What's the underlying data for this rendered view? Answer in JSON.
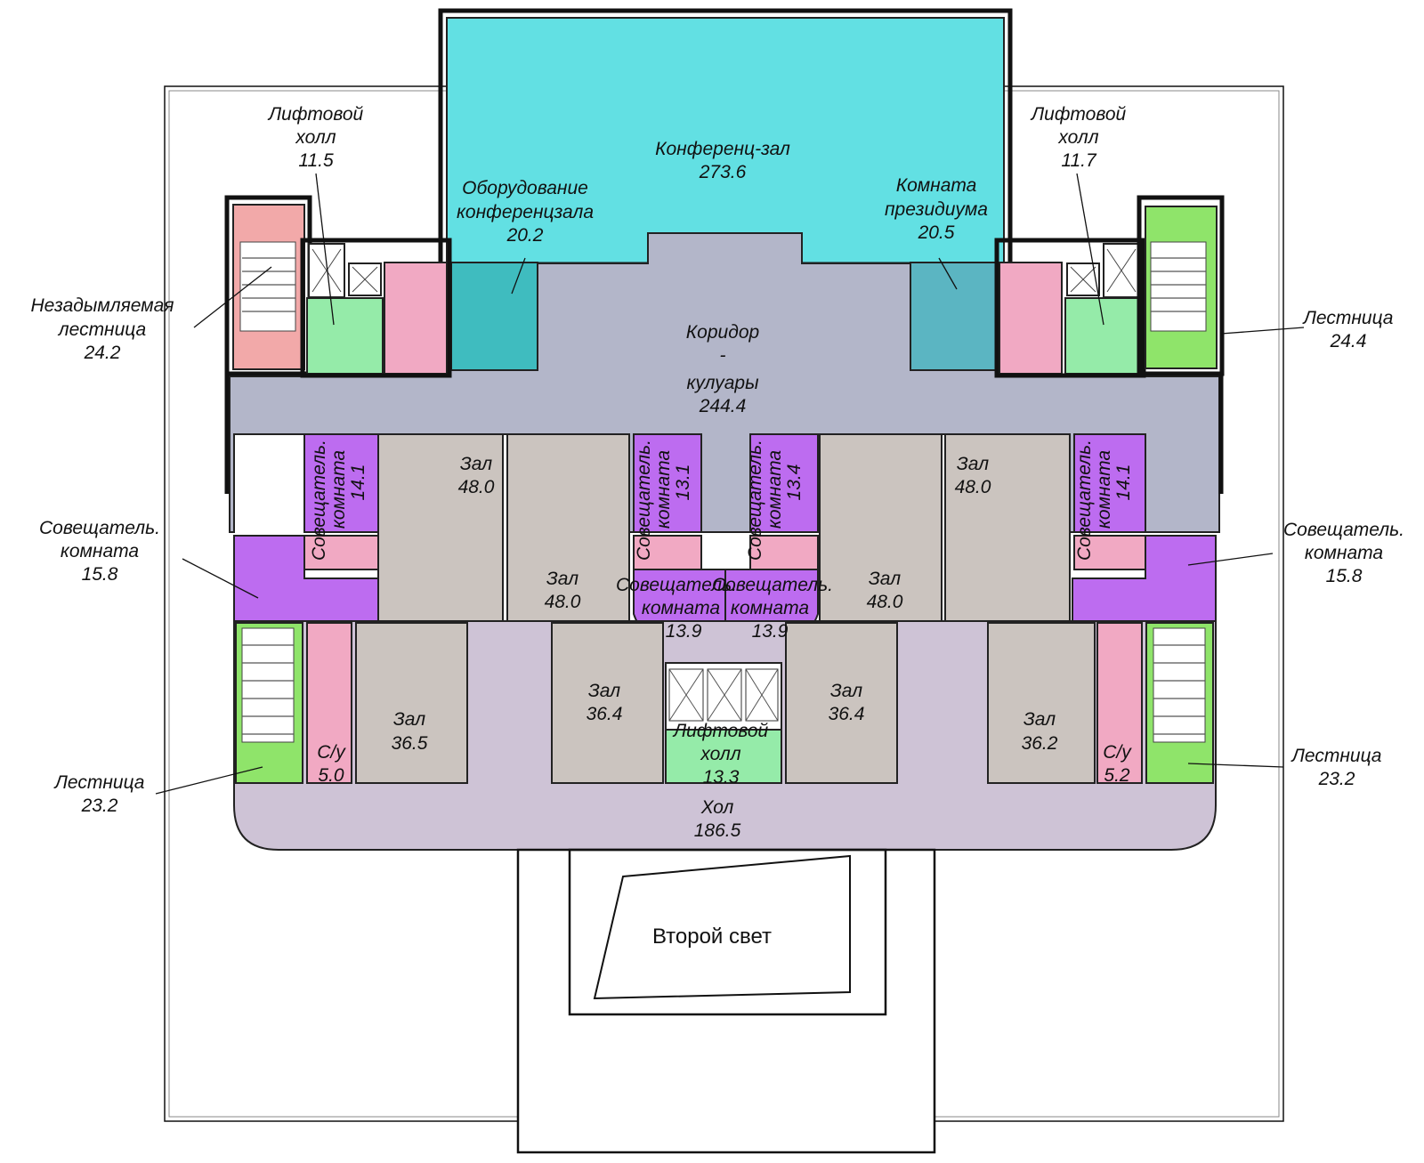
{
  "colors": {
    "conference": "#62e0e3",
    "equipment": "#3fbcbf",
    "presidium": "#5bb5c2",
    "corridor": "#b3b6c9",
    "hall_lower": "#cec3d6",
    "meeting": "#bd6cf0",
    "hall_room": "#cbc4bf",
    "wc": "#f1a9c3",
    "elevator_hall": "#95eba9",
    "stair_green": "#8fe46a",
    "stair_pink": "#f2a9a9"
  },
  "labels": {
    "conference": {
      "name": "Конференц-зал",
      "area": "273.6"
    },
    "equipment": {
      "name1": "Оборудование",
      "name2": "конференцзала",
      "area": "20.2"
    },
    "presidium": {
      "name1": "Комната",
      "name2": "президиума",
      "area": "20.5"
    },
    "lift_left": {
      "name1": "Лифтовой",
      "name2": "холл",
      "area": "11.5"
    },
    "lift_right": {
      "name1": "Лифтовой",
      "name2": "холл",
      "area": "11.7"
    },
    "smokefree_stair": {
      "name1": "Незадымляемая",
      "name2": "лестница",
      "area": "24.2"
    },
    "stair_right_top": {
      "name": "Лестница",
      "area": "24.4"
    },
    "corridor": {
      "name1": "Коридор",
      "name2": "-",
      "name3": "кулуары",
      "area": "244.4"
    },
    "meeting_left_side": {
      "name1": "Совещатель.",
      "name2": "комната",
      "area": "15.8"
    },
    "meeting_right_side": {
      "name1": "Совещатель.",
      "name2": "комната",
      "area": "15.8"
    },
    "meeting_v1": {
      "name1": "Совещатель.",
      "name2": "комната",
      "area": "14.1"
    },
    "meeting_v2": {
      "name1": "Совещатель.",
      "name2": "комната",
      "area": "13.1"
    },
    "meeting_v3": {
      "name1": "Совещатель.",
      "name2": "комната",
      "area": "13.4"
    },
    "meeting_v4": {
      "name1": "Совещатель.",
      "name2": "комната",
      "area": "14.1"
    },
    "meeting_c1": {
      "name1": "Совещатель.",
      "name2": "комната",
      "area": "13.9"
    },
    "meeting_c2": {
      "name1": "Совещатель.",
      "name2": "комната",
      "area": "13.9"
    },
    "hall_a": {
      "name": "Зал",
      "area": "48.0"
    },
    "hall_b": {
      "name": "Зал",
      "area": "48.0"
    },
    "hall_c": {
      "name": "Зал",
      "area": "48.0"
    },
    "hall_d": {
      "name": "Зал",
      "area": "48.0"
    },
    "hall_e": {
      "name": "Зал",
      "area": "36.5"
    },
    "hall_f": {
      "name": "Зал",
      "area": "36.4"
    },
    "hall_g": {
      "name": "Зал",
      "area": "36.4"
    },
    "hall_h": {
      "name": "Зал",
      "area": "36.2"
    },
    "lift_center": {
      "name1": "Лифтовой",
      "name2": "холл",
      "area": "13.3"
    },
    "stair_left_bottom": {
      "name": "Лестница",
      "area": "23.2"
    },
    "stair_right_bottom": {
      "name": "Лестница",
      "area": "23.2"
    },
    "wc_left": {
      "name": "С/у",
      "area": "5.0"
    },
    "wc_right": {
      "name": "С/у",
      "area": "5.2"
    },
    "lobby": {
      "name": "Хол",
      "area": "186.5"
    },
    "second_light": "Второй свет"
  }
}
